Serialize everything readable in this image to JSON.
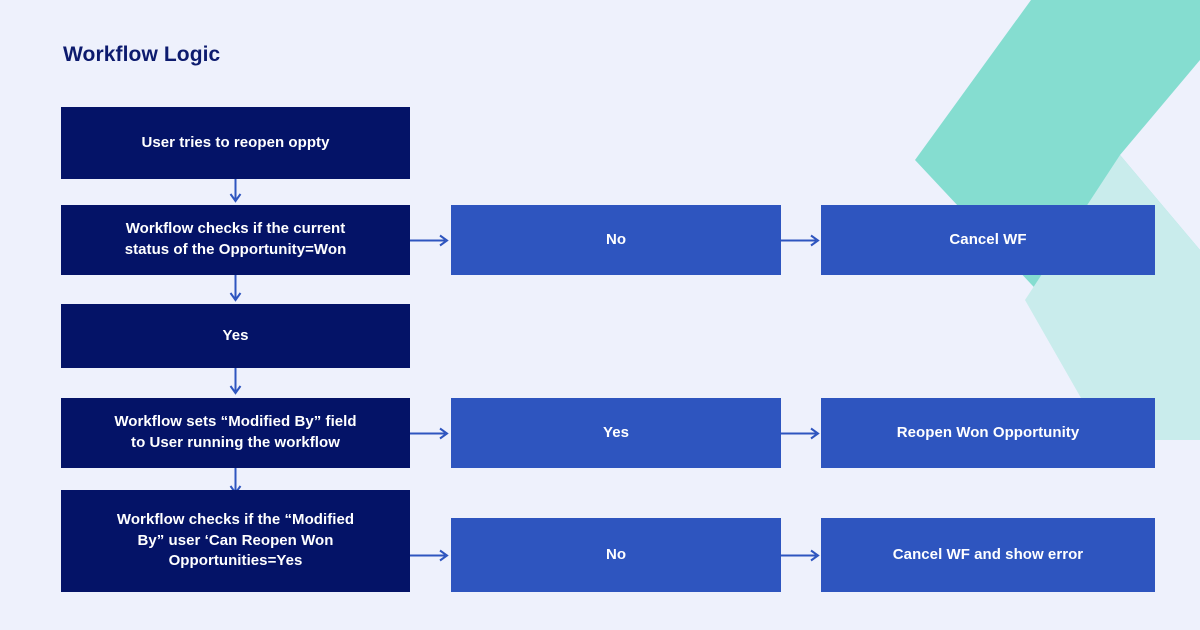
{
  "page": {
    "title": "Workflow Logic",
    "background_color": "#eef1fc",
    "title_color": "#0d1b6e"
  },
  "theme": {
    "navy": "#041367",
    "blue": "#2e55bf",
    "arrow": "#2e55bf",
    "teal_dark": "#85ddd0",
    "teal_light": "#c9ecec"
  },
  "diagram": {
    "type": "flowchart",
    "nodes": [
      {
        "id": "n1",
        "label": "User tries to reopen oppty",
        "color": "navy",
        "col": 1,
        "row": 1
      },
      {
        "id": "n2",
        "label": "Workflow checks if the current\nstatus of the Opportunity=Won",
        "color": "navy",
        "col": 1,
        "row": 2
      },
      {
        "id": "n3",
        "label": "No",
        "color": "blue",
        "col": 2,
        "row": 2
      },
      {
        "id": "n4",
        "label": "Cancel WF",
        "color": "blue",
        "col": 3,
        "row": 2
      },
      {
        "id": "n5",
        "label": "Yes",
        "color": "navy",
        "col": 1,
        "row": 3
      },
      {
        "id": "n6",
        "label": "Workflow sets “Modified By” field\nto User running the workflow",
        "color": "navy",
        "col": 1,
        "row": 4
      },
      {
        "id": "n7",
        "label": "Yes",
        "color": "blue",
        "col": 2,
        "row": 4
      },
      {
        "id": "n8",
        "label": "Reopen Won Opportunity",
        "color": "blue",
        "col": 3,
        "row": 4
      },
      {
        "id": "n9",
        "label": "Workflow checks if the “Modified\nBy” user ‘Can Reopen Won\nOpportunities=Yes",
        "color": "navy",
        "col": 1,
        "row": 5
      },
      {
        "id": "n10",
        "label": "No",
        "color": "blue",
        "col": 2,
        "row": 5
      },
      {
        "id": "n11",
        "label": "Cancel WF and show error",
        "color": "blue",
        "col": 3,
        "row": 5
      }
    ],
    "edges": [
      {
        "from": "n1",
        "to": "n2",
        "direction": "down"
      },
      {
        "from": "n2",
        "to": "n5",
        "direction": "down"
      },
      {
        "from": "n5",
        "to": "n6",
        "direction": "down"
      },
      {
        "from": "n6",
        "to": "n9",
        "direction": "down"
      },
      {
        "from": "n2",
        "to": "n3",
        "direction": "right"
      },
      {
        "from": "n3",
        "to": "n4",
        "direction": "right"
      },
      {
        "from": "n6",
        "to": "n7",
        "direction": "right"
      },
      {
        "from": "n7",
        "to": "n8",
        "direction": "right"
      },
      {
        "from": "n9",
        "to": "n10",
        "direction": "right"
      },
      {
        "from": "n10",
        "to": "n11",
        "direction": "right"
      }
    ]
  }
}
